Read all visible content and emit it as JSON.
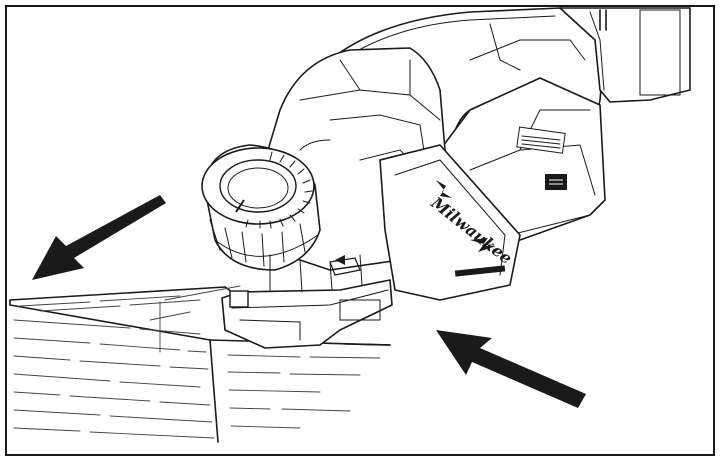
{
  "figure": {
    "frame_color": "#1a1a1a",
    "arrow_color": "#1a1a1a",
    "icons": [
      "feed-direction-arrow",
      "push-direction-arrow",
      "rear-handle",
      "battery-pack",
      "depth-adjustment-knob",
      "brand-logo"
    ]
  },
  "brand": {
    "logo_text": "Milwaukee"
  }
}
